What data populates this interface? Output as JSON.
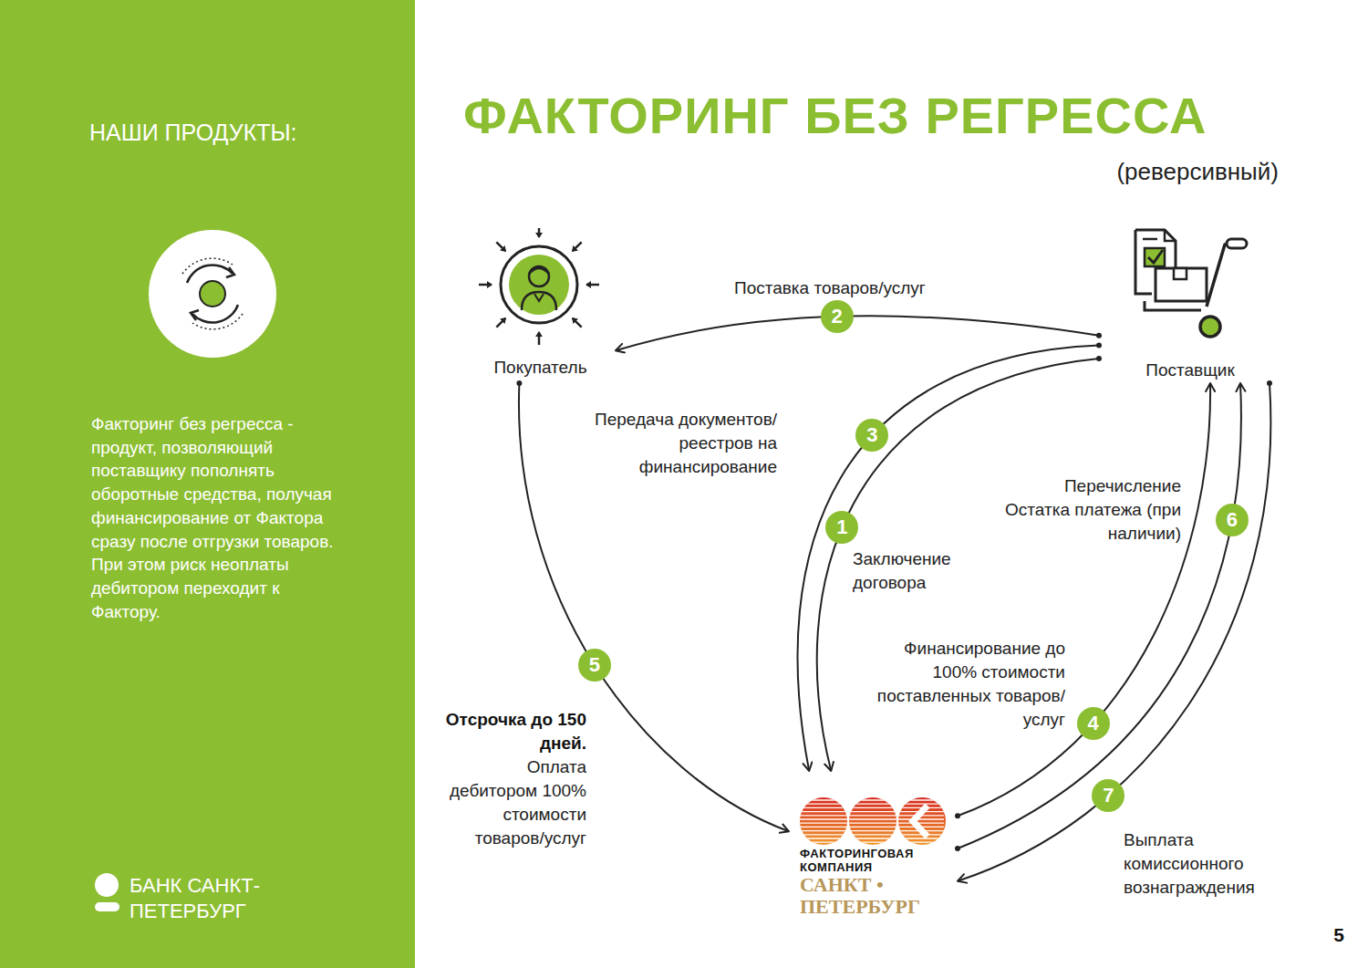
{
  "diagram": {
    "title": "ФАКТОРИНГ БЕЗ РЕГРЕССА",
    "nodes": [
      {
        "text": [
          "НАШИ ПРОДУКТЫ:",
          "Факторинг без регресса - продукт, позволяющий поставщику пополнять оборотные средства, получая финансирование от Фактора сразу после отгрузки товаров. При этом риск неоплаты дебитором переходит к Фактору.",
          "БАНК САНКТ-ПЕТЕРБУРГ"
        ]
      },
      {
        "text": [
          "Покупатель"
        ]
      },
      {
        "text": [
          "Поставщик"
        ]
      },
      {
        "text": [
          "ФАКТОРИНГОВАЯ КОМПАНИЯ",
          "САНКТ • ПЕТЕРБУРГ"
        ]
      }
    ],
    "edges": [
      {
        "from": 2,
        "to": 1,
        "label": "Поставка товаров/услуг",
        "arrow": "to"
      },
      {
        "from": 2,
        "to": 3,
        "label": "Передача документов/реестров на финансирование",
        "arrow": "to"
      },
      {
        "from": 2,
        "to": 3,
        "label": "Заключение договора",
        "arrow": "to"
      },
      {
        "from": 1,
        "to": 3,
        "label": "Оплата дебитором 100% стоимости товаров/услуг",
        "arrow": "to"
      },
      {
        "from": 3,
        "to": 2,
        "label": "Финансирование до 100% стоимости поставленных товаров/услуг",
        "arrow": "to"
      },
      {
        "from": 3,
        "to": 2,
        "label": "Перечисление Остатка платежа (при наличии)",
        "arrow": "to"
      },
      {
        "from": 2,
        "to": 3,
        "label": "Выплата комиссионного вознаграждения",
        "arrow": "to"
      }
    ],
    "labels": [
      "(реверсивный)",
      "2",
      "3",
      "1",
      "5",
      "4",
      "6",
      "7",
      "Отсрочка до 150 дней.",
      "5"
    ]
  }
}
